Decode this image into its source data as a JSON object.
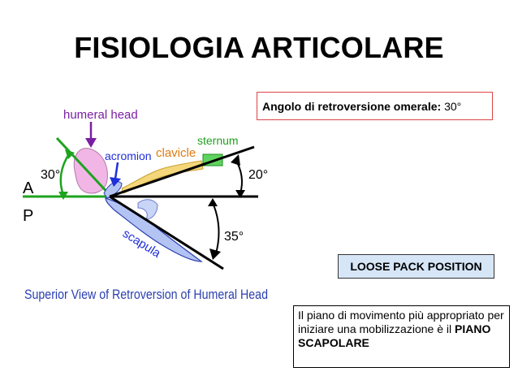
{
  "title": "FISIOLOGIA ARTICOLARE",
  "angle_box": {
    "label": "Angolo di retroversione omerale:",
    "value": "30°"
  },
  "loose_pack": "LOOSE PACK POSITION",
  "piano_box": {
    "text": "Il piano di movimento più appropriato per iniziare una mobilizzazione è il",
    "emphasis": "PIANO SCAPOLARE"
  },
  "diagram": {
    "labels": {
      "humeral_head": "humeral head",
      "acromion": "acromion",
      "clavicle": "clavicle",
      "sternum": "sternum",
      "scapula": "scapula",
      "a": "A",
      "p": "P",
      "angle_30": "30°",
      "angle_20": "20°",
      "angle_35": "35°"
    },
    "caption": "Superior View of Retroversion of Humeral Head"
  },
  "colors": {
    "green_axis": "#1ea31e",
    "purple_label": "#7a1fa3",
    "blue_label": "#1f2fd9",
    "orange_label": "#e07a10",
    "pink_head": "#f2b6e6",
    "scapula_fill": "#b3c4f3",
    "clavicle_fill": "#f3d77a"
  }
}
